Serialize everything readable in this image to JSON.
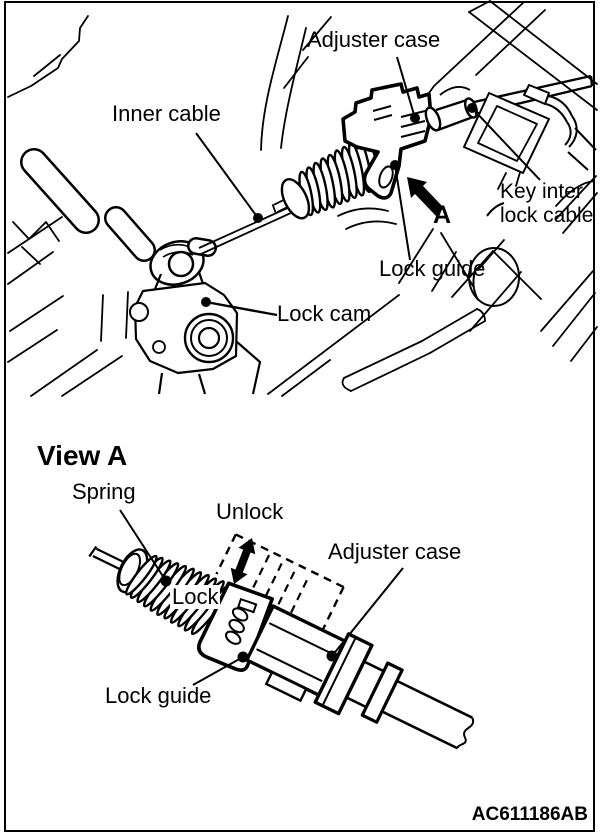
{
  "colors": {
    "ink": "#000000",
    "paper": "#ffffff"
  },
  "figure_code": "AC611186AB",
  "main_view": {
    "labels": {
      "adjuster_case": "Adjuster case",
      "inner_cable": "Inner cable",
      "key_interlock_line1": "Key inter",
      "key_interlock_line2": "lock cable",
      "lock_guide": "Lock guide",
      "lock_cam": "Lock cam",
      "view_arrow_letter": "A"
    }
  },
  "detail_view": {
    "title": "View A",
    "labels": {
      "spring": "Spring",
      "unlock": "Unlock",
      "lock": "Lock",
      "adjuster_case": "Adjuster case",
      "lock_guide": "Lock guide"
    }
  }
}
